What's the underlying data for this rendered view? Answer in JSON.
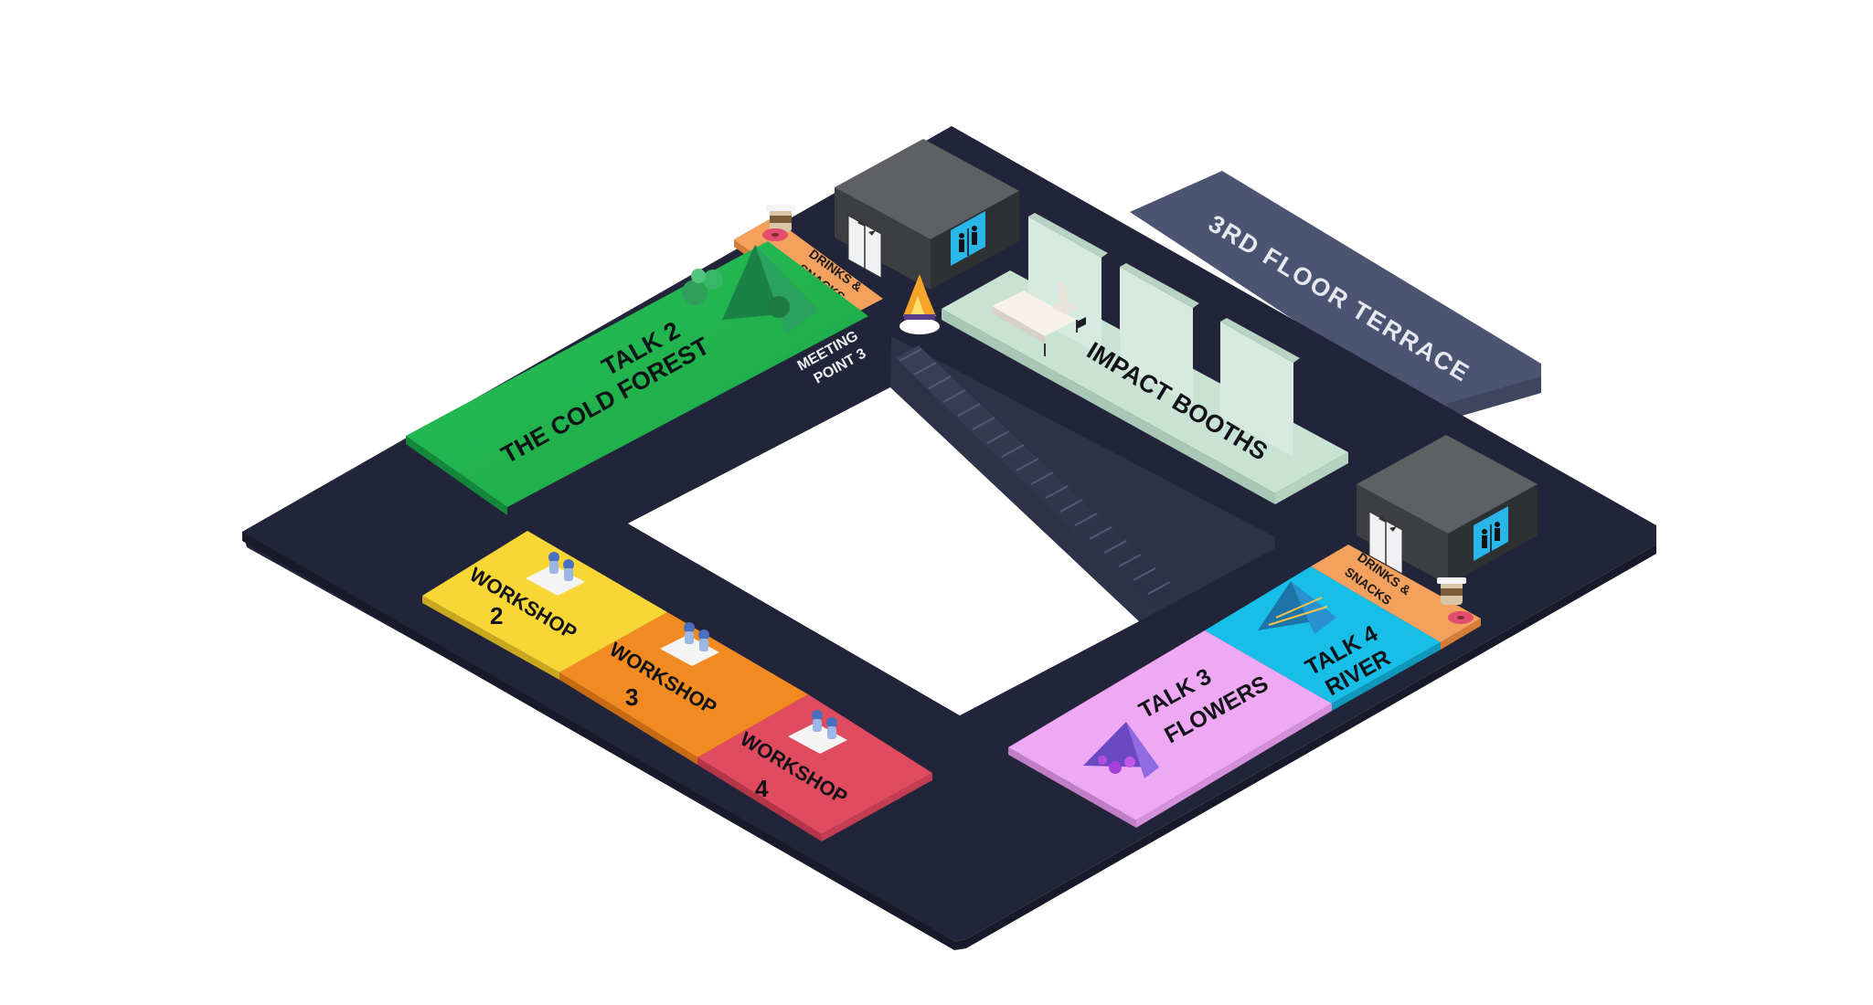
{
  "map": {
    "terrace_label": "3RD FLOOR TERRACE",
    "impact_booths_label": "IMPACT BOOTHS",
    "meeting_point": {
      "line1": "MEETING",
      "line2": "POINT 3"
    },
    "drinks_top": {
      "line1": "DRINKS &",
      "line2": "SNACKS"
    },
    "drinks_right": {
      "line1": "DRINKS &",
      "line2": "SNACKS"
    },
    "talk2": {
      "line1": "TALK 2",
      "line2": "THE COLD FOREST"
    },
    "talk3": {
      "line1": "TALK 3",
      "line2": "FLOWERS"
    },
    "talk4": {
      "line1": "TALK 4",
      "line2": "RIVER"
    },
    "workshop2": {
      "line1": "WORKSHOP",
      "line2": "2"
    },
    "workshop3": {
      "line1": "WORKSHOP",
      "line2": "3"
    },
    "workshop4": {
      "line1": "WORKSHOP",
      "line2": "4"
    }
  },
  "colors": {
    "floor": "#22253a",
    "terrace": "#4b5470",
    "talk2": "#21b04b",
    "talk3": "#eea8f4",
    "talk4": "#17bfe8",
    "workshop2": "#f7d635",
    "workshop3": "#f18b21",
    "workshop4": "#e04b60",
    "drinks": "#f4a15e",
    "booths": "#c8e3d4",
    "elevator_top": "#5f6064",
    "elevator_side": "#3d3e42",
    "sign": "#29b6e8"
  },
  "icons": [
    "elevator-icon",
    "restroom-icon",
    "coffee-cup-icon",
    "donut-icon",
    "campfire-icon",
    "table-people-icon",
    "desk-chair-icon",
    "forest-pyramid-icon",
    "flower-pyramid-icon",
    "river-pyramid-icon"
  ]
}
